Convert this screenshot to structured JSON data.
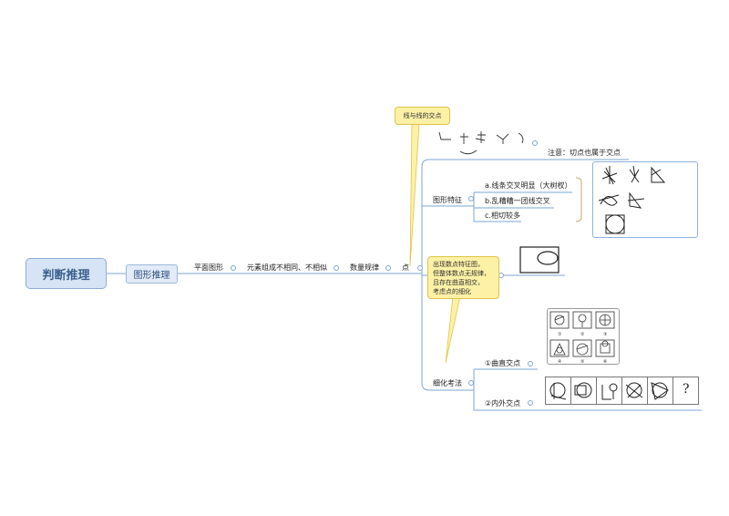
{
  "root": {
    "label": "判断推理"
  },
  "level1": {
    "label": "图形推理"
  },
  "chain": [
    {
      "label": "平面图形"
    },
    {
      "label": "元素组成不相同、不相似"
    },
    {
      "label": "数量规律"
    },
    {
      "label": "点"
    }
  ],
  "callouts": {
    "line_intersection": "线与线的交点",
    "feature_note_lines": [
      "出现数点特征图，",
      "但整体数点无规律，",
      "且存在曲直相交，",
      "考虑点的细化"
    ]
  },
  "note_tangent": "注意：切点也属于交点",
  "features": {
    "label": "图形特征",
    "items": [
      {
        "label": "a.线条交叉明显（大树杈）"
      },
      {
        "label": "b.乱糟糟一团线交叉"
      },
      {
        "label": "c.相切较多"
      }
    ]
  },
  "refinement": {
    "label": "细化考法",
    "items": [
      {
        "label": "①曲直交点"
      },
      {
        "label": "②内外交点"
      }
    ]
  },
  "question_mark": "?",
  "colors": {
    "line": "#7ea6d6",
    "node_fill": "#d6e4f5",
    "callout": "#fdf1a6",
    "accent": "#3b5f8f",
    "bracket": "#c9a86b"
  }
}
